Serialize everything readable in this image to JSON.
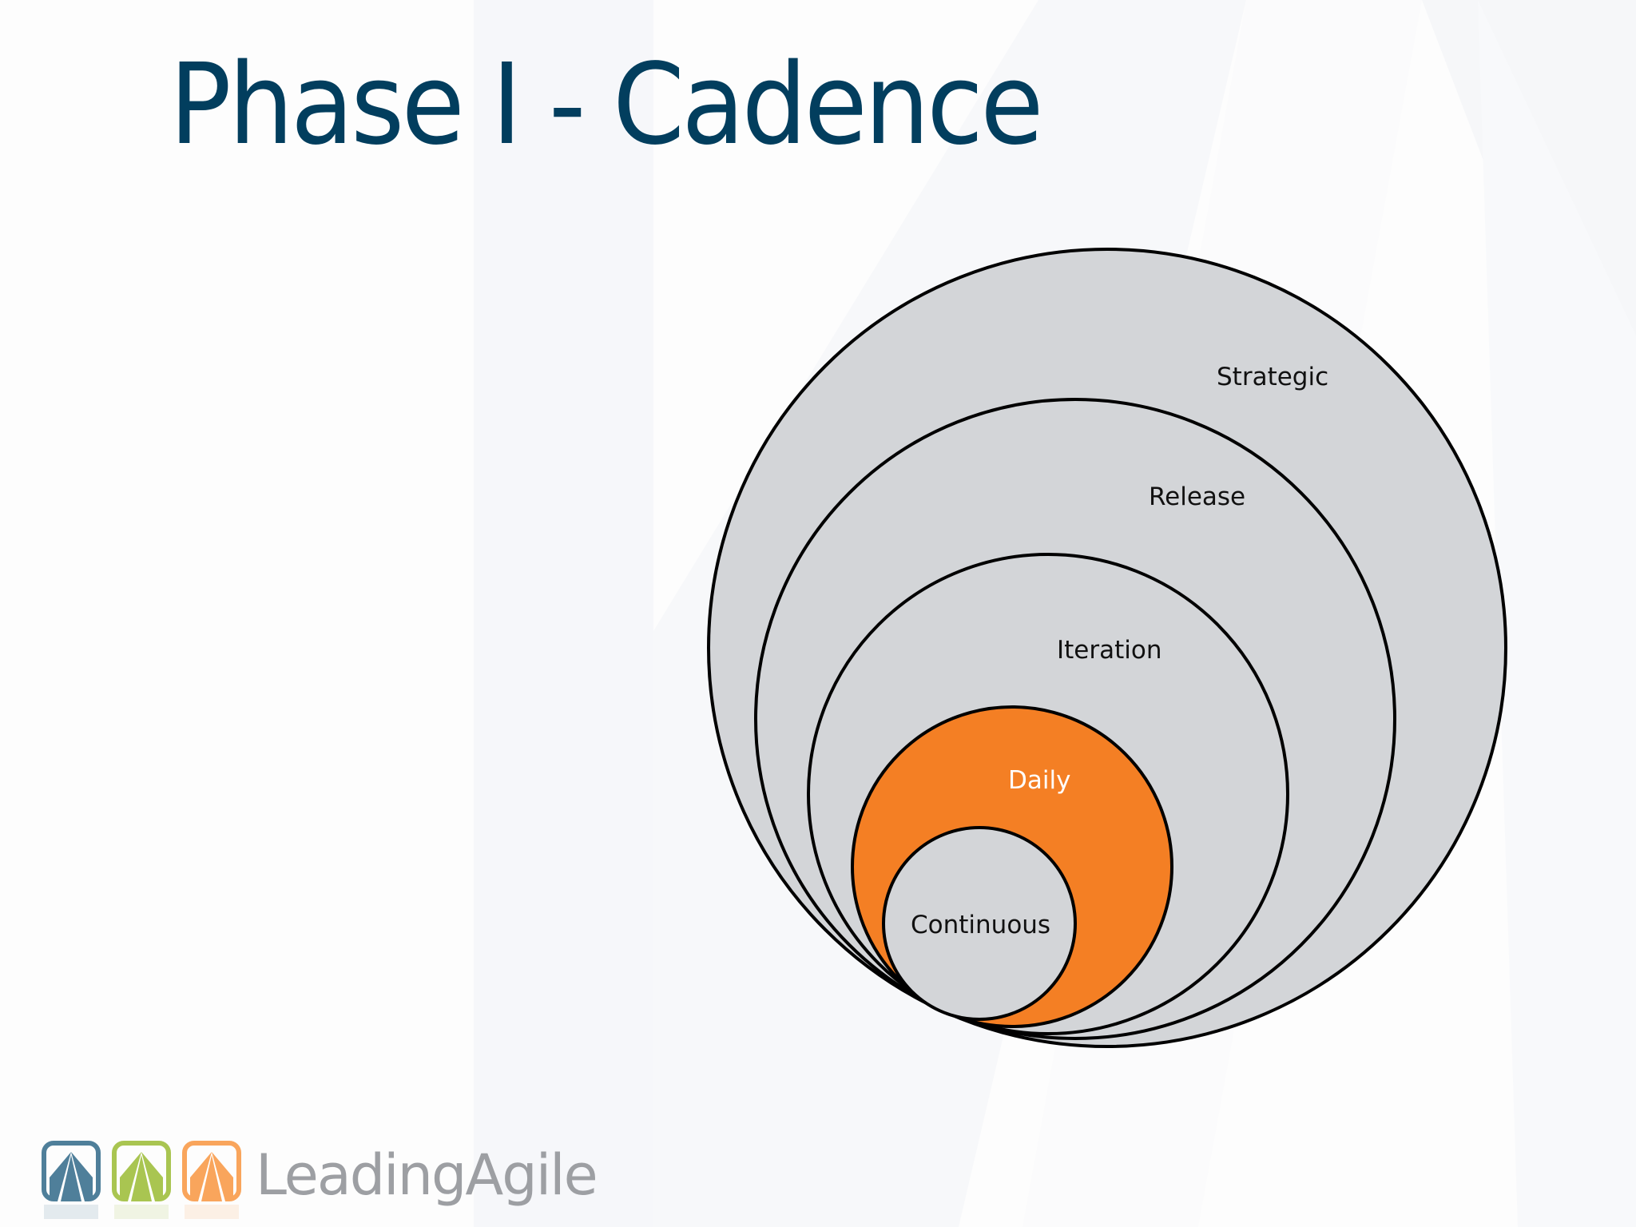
{
  "slide": {
    "title": "Phase I - Cadence",
    "title_color": "#023e5e",
    "background_color": "#fdfdfd"
  },
  "diagram": {
    "type": "nested-circles",
    "rings": [
      {
        "label": "Strategic",
        "fill": "#d3d5d8",
        "label_color": "#111111"
      },
      {
        "label": "Release",
        "fill": "#d3d5d8",
        "label_color": "#111111"
      },
      {
        "label": "Iteration",
        "fill": "#d3d5d8",
        "label_color": "#111111"
      },
      {
        "label": "Daily",
        "fill": "#f47f24",
        "label_color": "#ffffff"
      },
      {
        "label": "Continuous",
        "fill": "#d3d5d8",
        "label_color": "#111111"
      }
    ],
    "stroke_color": "#000000"
  },
  "logo": {
    "wordmark": "LeadingAgile",
    "icons": [
      {
        "name": "blue-peak-icon",
        "color": "#4f7f9a"
      },
      {
        "name": "green-peak-icon",
        "color": "#a9c551"
      },
      {
        "name": "orange-peak-icon",
        "color": "#f9a55c"
      }
    ]
  }
}
